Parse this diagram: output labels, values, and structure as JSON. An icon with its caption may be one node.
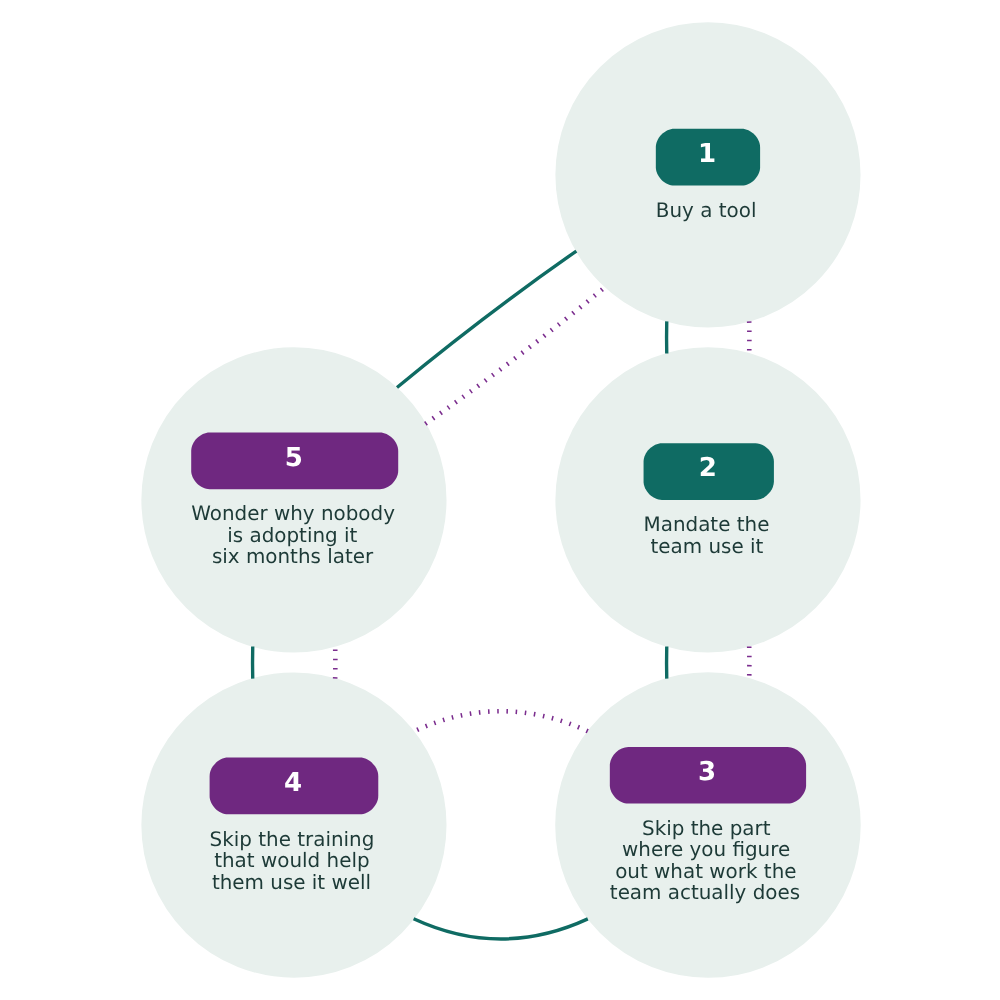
{
  "diagram": {
    "nodes": [
      {
        "text": [
          "1",
          "Buy a tool"
        ]
      },
      {
        "text": [
          "2",
          "Mandate the team use it"
        ]
      },
      {
        "text": [
          "3",
          "Skip the part where you figure out what work the team actually does"
        ]
      },
      {
        "text": [
          "4",
          "Skip the training that would help them use it well"
        ]
      },
      {
        "text": [
          "5",
          "Wonder why nobody is adopting it six months later"
        ]
      }
    ],
    "edges": [
      {
        "from": 0,
        "to": 1,
        "arrow": "none"
      },
      {
        "from": 0,
        "to": 1,
        "arrow": "none",
        "style": "dashed",
        "color": "#7b2d8e"
      },
      {
        "from": 1,
        "to": 2,
        "arrow": "none"
      },
      {
        "from": 1,
        "to": 2,
        "arrow": "none",
        "style": "dashed",
        "color": "#7b2d8e"
      },
      {
        "from": 2,
        "to": 3,
        "arrow": "none"
      },
      {
        "from": 2,
        "to": 3,
        "arrow": "none",
        "style": "dashed",
        "color": "#7b2d8e"
      },
      {
        "from": 3,
        "to": 4,
        "arrow": "none"
      },
      {
        "from": 3,
        "to": 4,
        "arrow": "none",
        "style": "dashed",
        "color": "#7b2d8e"
      },
      {
        "from": 4,
        "to": 0,
        "arrow": "none"
      },
      {
        "from": 4,
        "to": 0,
        "arrow": "none",
        "style": "dashed",
        "color": "#7b2d8e"
      }
    ]
  }
}
